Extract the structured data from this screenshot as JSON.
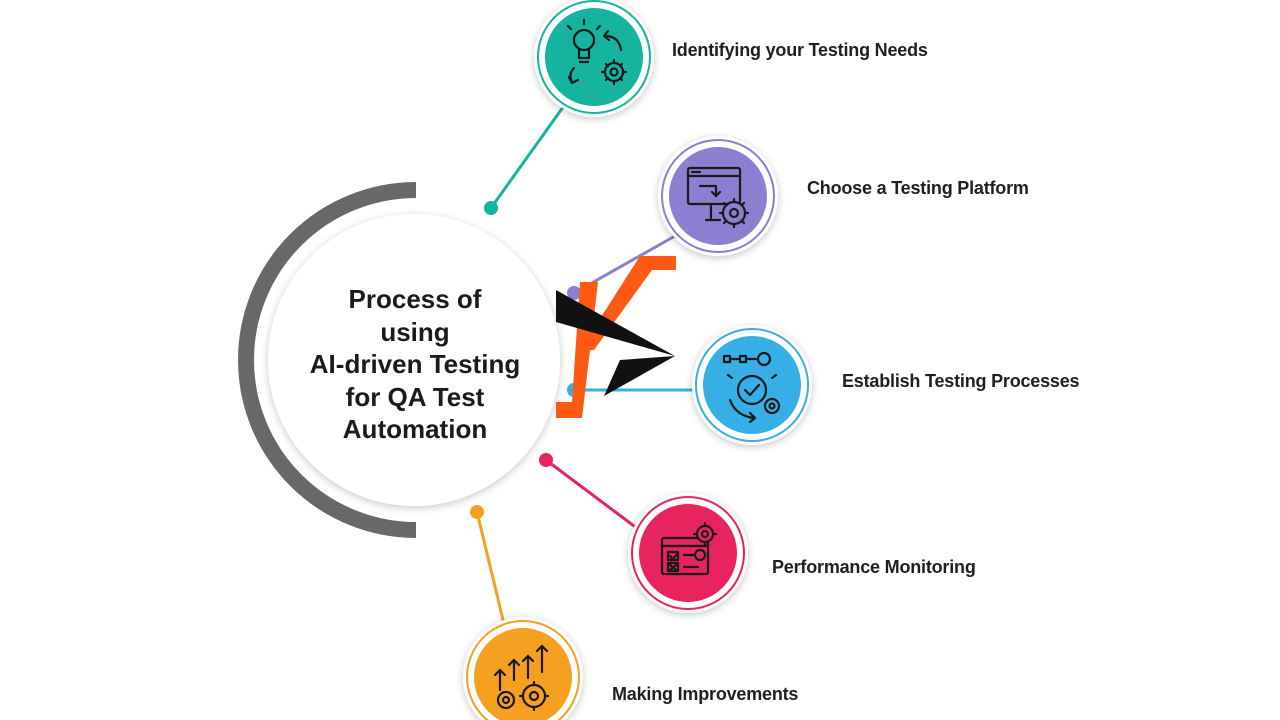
{
  "center": {
    "title_lines": [
      "Process of",
      "using",
      "AI-driven Testing",
      "for QA Test",
      "Automation"
    ]
  },
  "steps": [
    {
      "label": "Identifying your Testing Needs",
      "color": "#16b39e",
      "icon": "idea-bulb-gear-icon"
    },
    {
      "label": "Choose a Testing Platform",
      "color": "#8a7fd0",
      "icon": "monitor-gear-icon"
    },
    {
      "label": "Establish Testing Processes",
      "color": "#36aee6",
      "icon": "process-cycle-icon"
    },
    {
      "label": "Performance Monitoring",
      "color": "#e8245e",
      "icon": "dashboard-monitoring-icon"
    },
    {
      "label": "Making Improvements",
      "color": "#f5a020",
      "icon": "growth-arrows-gears-icon"
    }
  ],
  "colors": {
    "ring": "#6a6768",
    "logo_orange": "#ff5a14",
    "logo_black": "#111111"
  }
}
